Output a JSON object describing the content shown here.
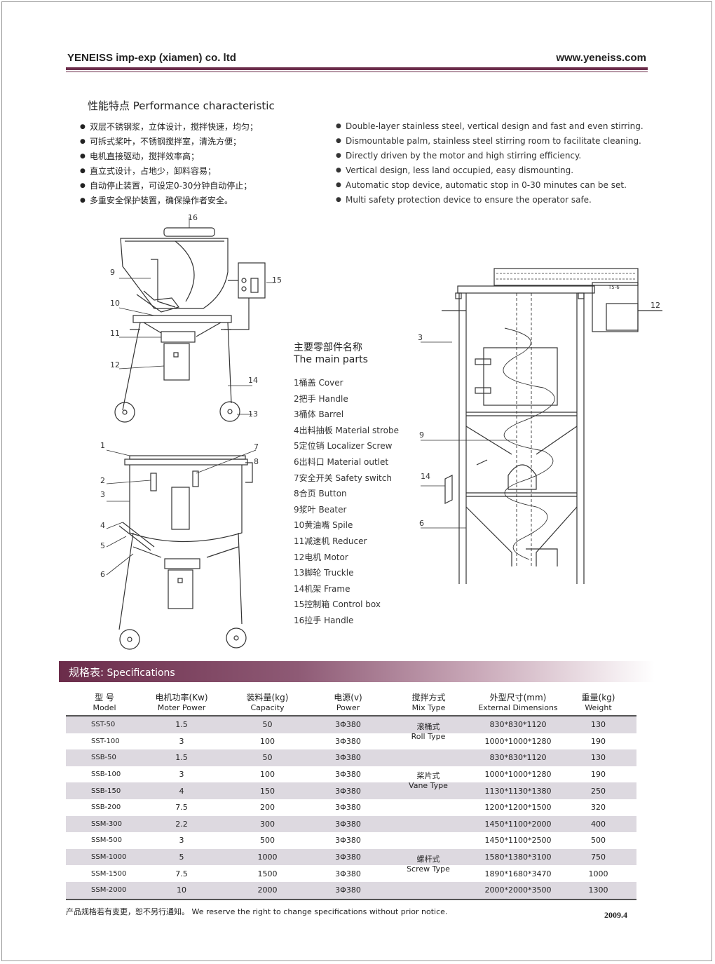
{
  "header": {
    "company": "YENEISS imp-exp (xiamen) co. ltd",
    "website": "www.yeneiss.com"
  },
  "performance": {
    "title": "性能特点 Performance characteristic",
    "cn": [
      "双层不锈钢浆，立体设计，搅拌快速，均匀；",
      "可拆式桨叶，不锈钢搅拌室，清洗方便；",
      "电机直接驱动，搅拌效率高；",
      "直立式设计，占地少，卸料容易；",
      "自动停止装置，可设定0-30分钟自动停止；",
      "多重安全保护装置，确保操作者安全。"
    ],
    "en": [
      "Double-layer stainless steel, vertical design and fast and even stirring.",
      "Dismountable palm, stainless steel stirring room to facilitate cleaning.",
      "Directly driven by the motor and high stirring efficiency.",
      "Vertical design, less land occupied, easy dismounting.",
      "Automatic stop device, automatic stop in 0-30 minutes can be set.",
      "Multi safety protection device to ensure the operator safe."
    ]
  },
  "diagram_labels": {
    "a": [
      "16",
      "9",
      "15",
      "10",
      "11",
      "12",
      "14",
      "13"
    ],
    "b": [
      "1",
      "7",
      "8",
      "2",
      "3",
      "4",
      "5",
      "6"
    ],
    "c": [
      "3",
      "12",
      "9",
      "14",
      "6"
    ],
    "c_small": "T5-6"
  },
  "parts": {
    "title_cn": "主要零部件名称",
    "title_en": "The main parts",
    "items": [
      "1桶盖 Cover",
      "2把手 Handle",
      "3桶体 Barrel",
      "4出料抽板 Material strobe",
      "5定位销 Localizer Screw",
      "6出料口 Material outlet",
      "7安全开关 Safety switch",
      "8合页 Button",
      "9浆叶 Beater",
      "10黄油嘴 Spile",
      "11减速机 Reducer",
      "12电机 Motor",
      "13脚轮 Truckle",
      "14机架 Frame",
      "15控制箱 Control box",
      "16拉手 Handle"
    ]
  },
  "specs": {
    "title_cn": "规格表:",
    "title_en": " Specifications",
    "headers": [
      {
        "cn": "型 号",
        "en": "Model"
      },
      {
        "cn": "电机功率(Kw)",
        "en": "Moter Power"
      },
      {
        "cn": "装料量(kg)",
        "en": "Capacity"
      },
      {
        "cn": "电源(v)",
        "en": "Power"
      },
      {
        "cn": "搅拌方式",
        "en": "Mix Type"
      },
      {
        "cn": "外型尺寸(mm)",
        "en": "External Dimensions"
      },
      {
        "cn": "重量(kg)",
        "en": "Weight"
      }
    ],
    "rows": [
      [
        "SST-50",
        "1.5",
        "50",
        "3Φ380",
        "830*830*1120",
        "130"
      ],
      [
        "SST-100",
        "3",
        "100",
        "3Φ380",
        "1000*1000*1280",
        "190"
      ],
      [
        "SSB-50",
        "1.5",
        "50",
        "3Φ380",
        "830*830*1120",
        "130"
      ],
      [
        "SSB-100",
        "3",
        "100",
        "3Φ380",
        "1000*1000*1280",
        "190"
      ],
      [
        "SSB-150",
        "4",
        "150",
        "3Φ380",
        "1130*1130*1380",
        "250"
      ],
      [
        "SSB-200",
        "7.5",
        "200",
        "3Φ380",
        "1200*1200*1500",
        "320"
      ],
      [
        "SSM-300",
        "2.2",
        "300",
        "3Φ380",
        "1450*1100*2000",
        "400"
      ],
      [
        "SSM-500",
        "3",
        "500",
        "3Φ380",
        "1450*1100*2500",
        "500"
      ],
      [
        "SSM-1000",
        "5",
        "1000",
        "3Φ380",
        "1580*1380*3100",
        "750"
      ],
      [
        "SSM-1500",
        "7.5",
        "1500",
        "3Φ380",
        "1890*1680*3470",
        "1000"
      ],
      [
        "SSM-2000",
        "10",
        "2000",
        "3Φ380",
        "2000*2000*3500",
        "1300"
      ]
    ],
    "mix_types": [
      {
        "cn": "滚桶式",
        "en": "Roll Type"
      },
      {
        "cn": "桨片式",
        "en": "Vane Type"
      },
      {
        "cn": "螺杆式",
        "en": "Screw Type"
      }
    ]
  },
  "footer": {
    "note": "产品规格若有变更，恕不另行通知。 We reserve the right to change specifications without prior notice.",
    "date": "2009.4"
  }
}
